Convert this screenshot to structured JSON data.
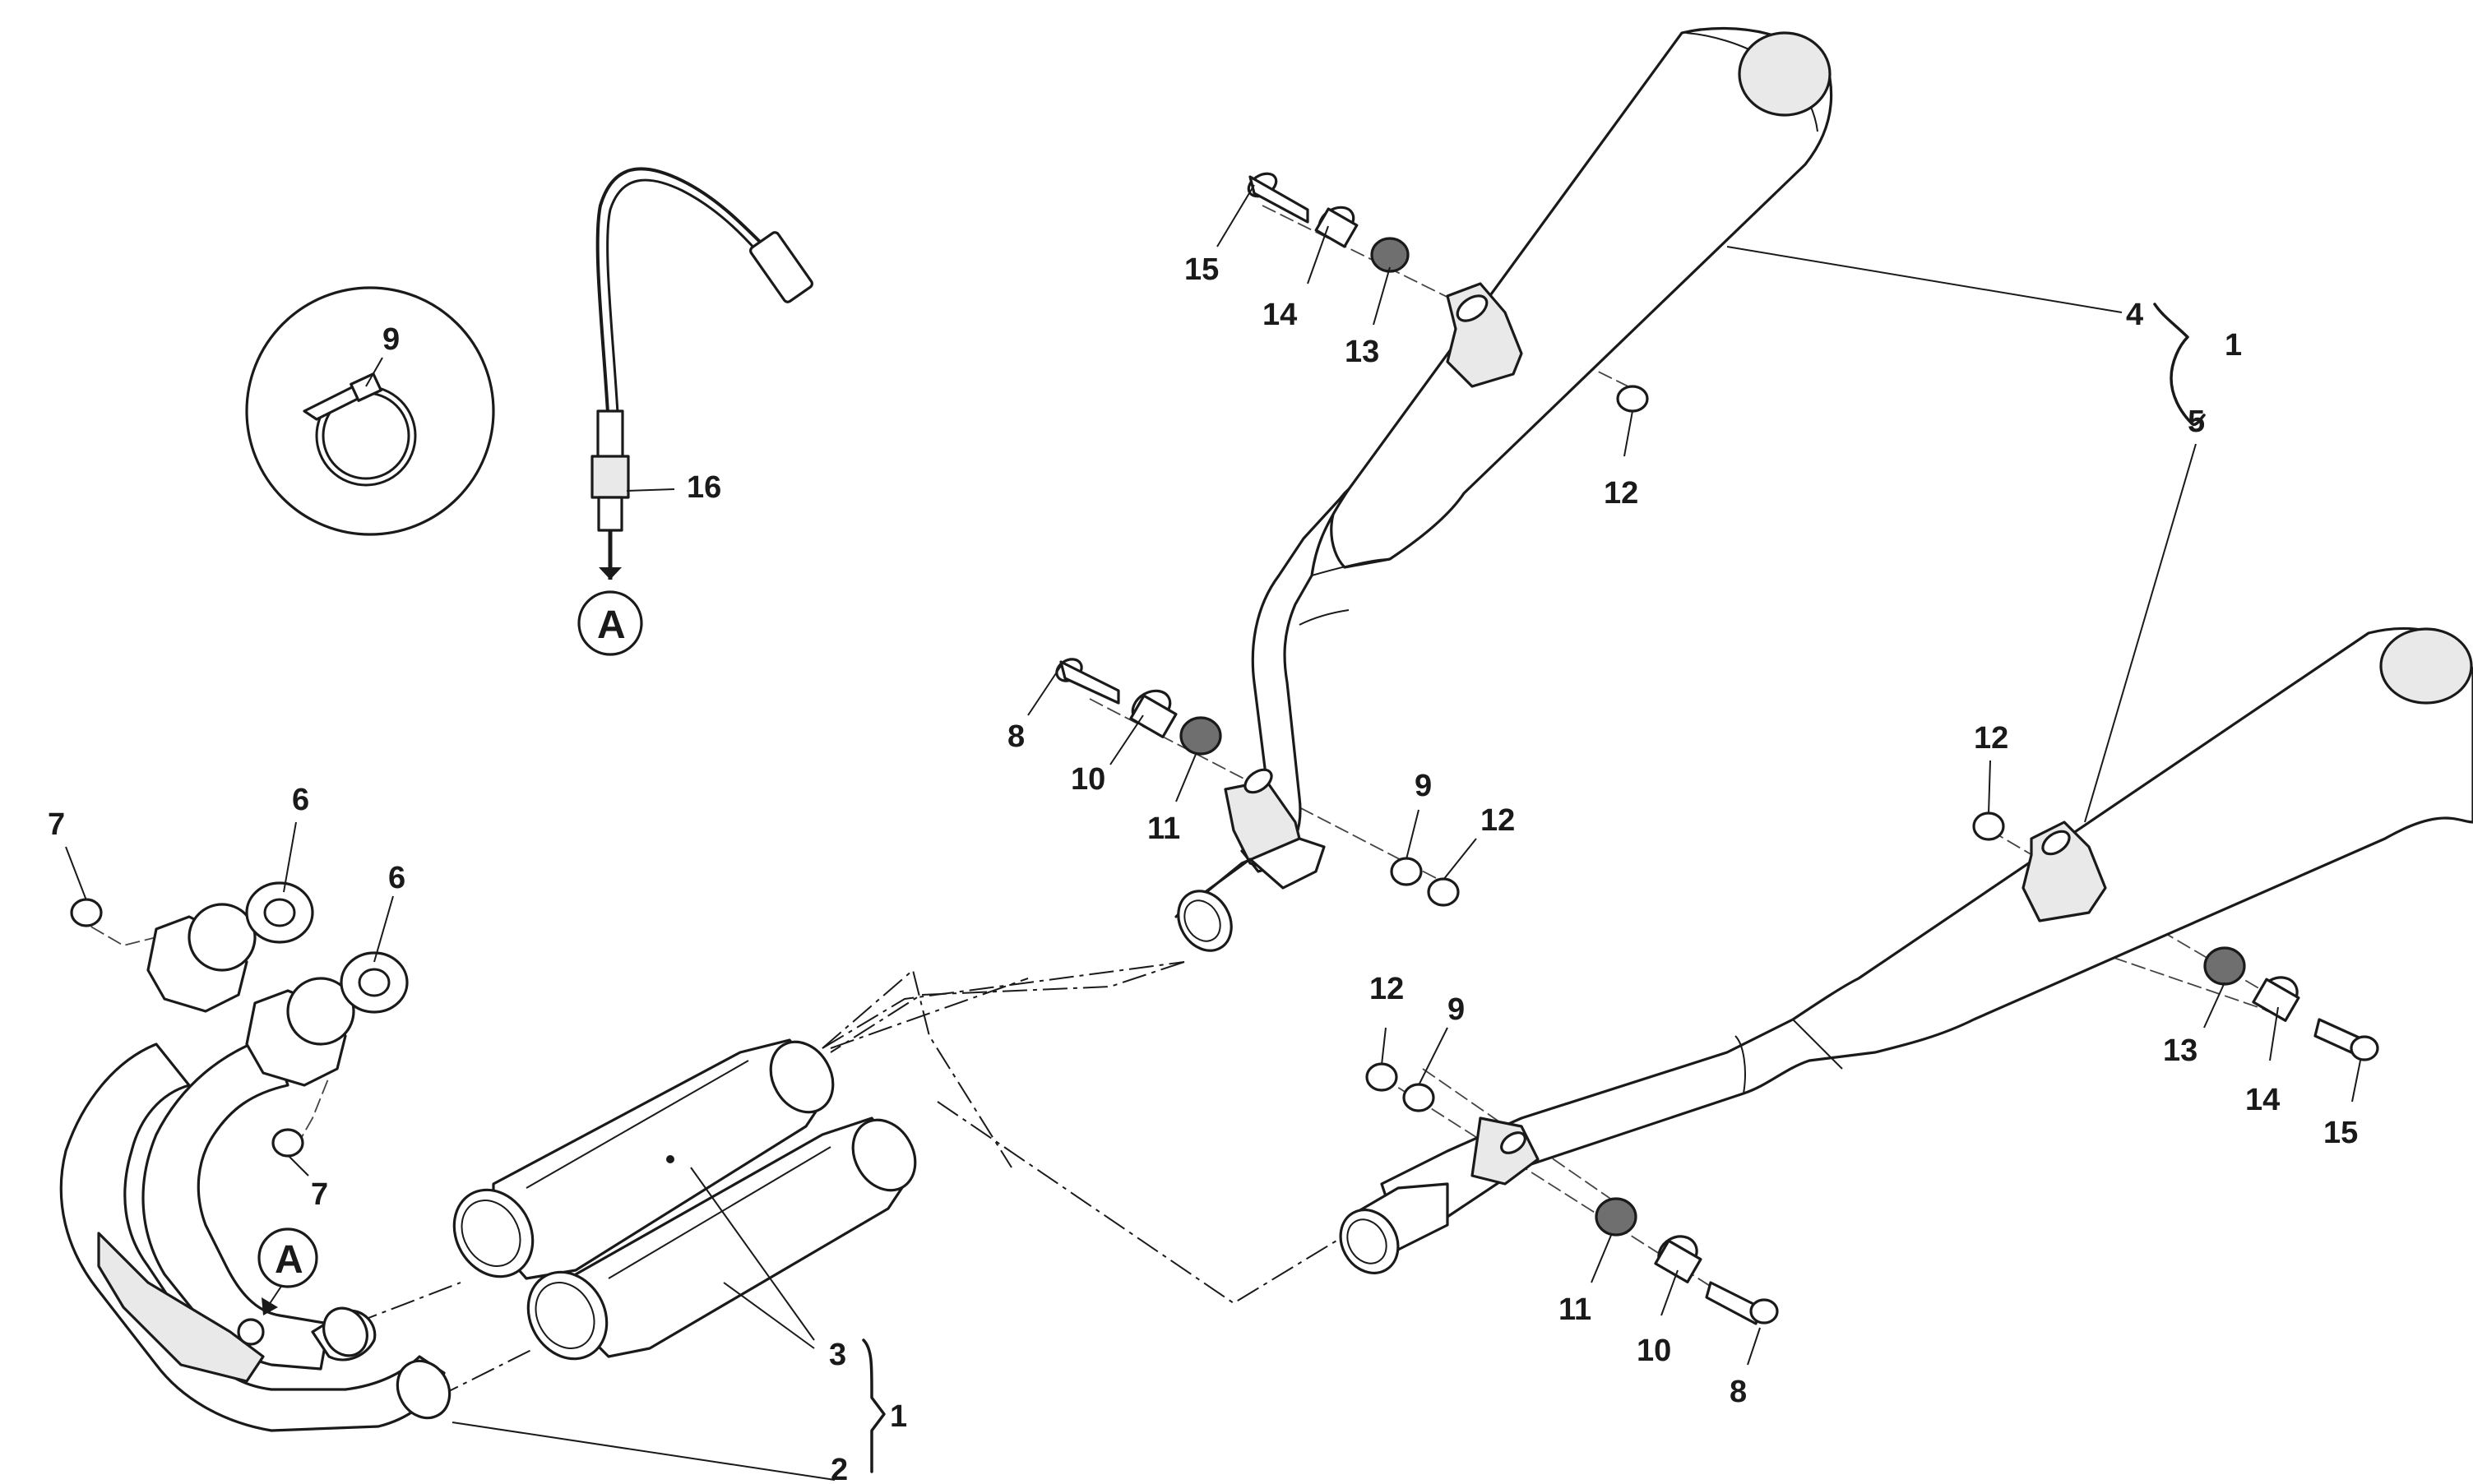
{
  "callouts": {
    "l1a": "1",
    "l1b": "1",
    "l2": "2",
    "l3": "3",
    "l4": "4",
    "l5": "5",
    "l6a": "6",
    "l6b": "6",
    "l7a": "7",
    "l7b": "7",
    "l8a": "8",
    "l8b": "8",
    "l9a": "9",
    "l9b": "9",
    "l9c": "9",
    "l10a": "10",
    "l10b": "10",
    "l11a": "11",
    "l11b": "11",
    "l12a": "12",
    "l12b": "12",
    "l12c": "12",
    "l12d": "12",
    "l13a": "13",
    "l13b": "13",
    "l14a": "14",
    "l14b": "14",
    "l15a": "15",
    "l15b": "15",
    "l16": "16"
  },
  "reference_marks": {
    "a1": "A",
    "a2": "A"
  }
}
